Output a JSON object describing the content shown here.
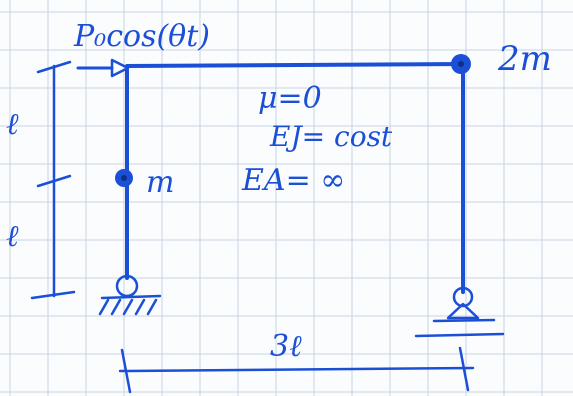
{
  "diagram": {
    "load_label": "P₀cos(θt)",
    "top_right_mass": "2m",
    "column_mass": "m",
    "properties": {
      "damping": "μ=0",
      "bending_stiffness": "EJ= cost",
      "axial_stiffness": "EA= ∞"
    },
    "dimensions": {
      "upper_height": "ℓ",
      "lower_height": "ℓ",
      "span": "3ℓ"
    }
  },
  "colors": {
    "ink": "#1a4fd6",
    "paper": "#fbfcfe",
    "grid": "#c9d3e0"
  },
  "icons": [
    "pin-support-icon",
    "roller-support-icon",
    "mass-dot-icon",
    "load-arrow-icon"
  ]
}
